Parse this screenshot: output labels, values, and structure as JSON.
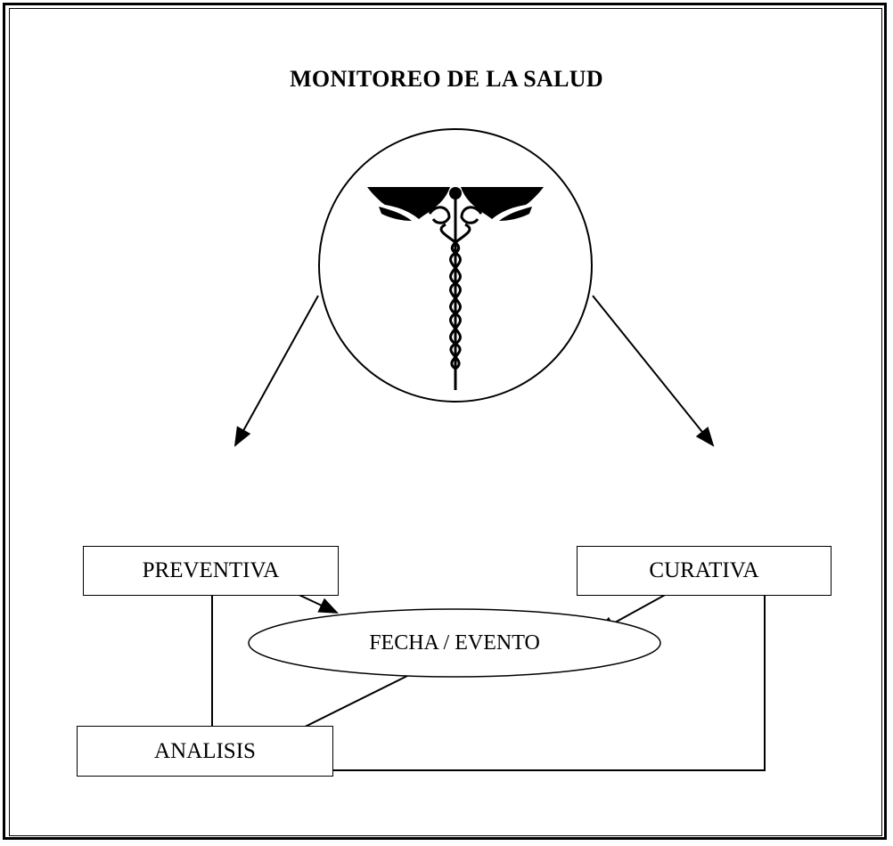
{
  "diagram": {
    "title": "MONITOREO DE LA SALUD",
    "nodes": {
      "preventiva": "PREVENTIVA",
      "curativa": "CURATIVA",
      "fecha_evento": "FECHA / EVENTO",
      "analisis": "ANALISIS"
    },
    "icon": "caduceus-icon"
  }
}
